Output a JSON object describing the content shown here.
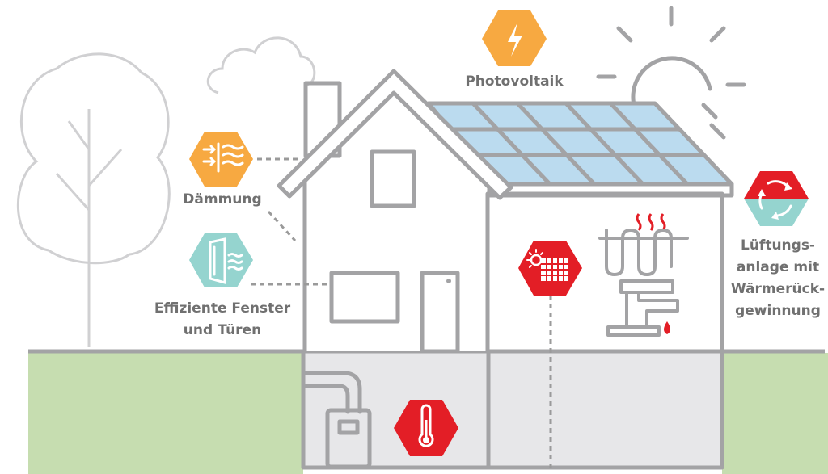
{
  "labels": {
    "photovoltaik": "Photovoltaik",
    "daemmung": "Dämmung",
    "fenster_line1": "Effiziente Fenster",
    "fenster_line2": "und Türen",
    "lueftung_line1": "Lüftungs-",
    "lueftung_line2": "anlage mit",
    "lueftung_line3": "Wärmerück-",
    "lueftung_line4": "gewinnung"
  },
  "colors": {
    "orange": "#F7A941",
    "teal": "#95D4CF",
    "red": "#E31E26",
    "grey": "#A3A3A5",
    "grass": "#C6DDB0",
    "panel": "#BBDBEF",
    "basement": "#E7E7E9"
  }
}
